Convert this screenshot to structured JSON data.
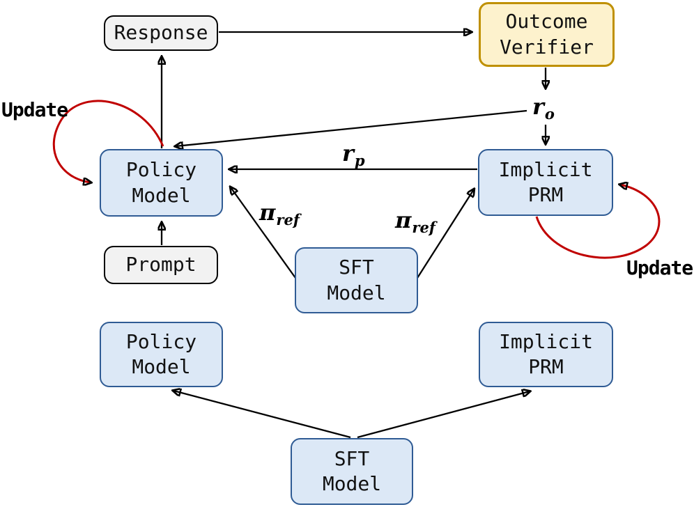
{
  "diagram": {
    "boxes": {
      "response": {
        "label": "Response"
      },
      "outcome_verifier": {
        "line1": "Outcome",
        "line2": "Verifier"
      },
      "policy_model_top": {
        "line1": "Policy",
        "line2": "Model"
      },
      "implicit_prm_top": {
        "line1": "Implicit",
        "line2": "PRM"
      },
      "prompt": {
        "label": "Prompt"
      },
      "sft_model_mid": {
        "line1": "SFT",
        "line2": "Model"
      },
      "policy_model_bottom": {
        "line1": "Policy",
        "line2": "Model"
      },
      "implicit_prm_bottom": {
        "line1": "Implicit",
        "line2": "PRM"
      },
      "sft_model_bottom": {
        "line1": "SFT",
        "line2": "Model"
      }
    },
    "labels": {
      "update_left": "Update",
      "update_right": "Update",
      "r_o": {
        "base": "r",
        "sub": "o"
      },
      "r_p": {
        "base": "r",
        "sub": "p"
      },
      "pi_ref_left": {
        "base": "π",
        "sub": "ref"
      },
      "pi_ref_right": {
        "base": "π",
        "sub": "ref"
      }
    },
    "colors": {
      "model_box_fill": "#dce8f6",
      "model_box_border": "#2f5b94",
      "io_box_fill": "#f2f2f2",
      "io_box_border": "#000000",
      "verifier_box_fill": "#fdf2cd",
      "verifier_box_border": "#bf9000",
      "update_arrow": "#c00000",
      "arrow": "#000000"
    }
  }
}
